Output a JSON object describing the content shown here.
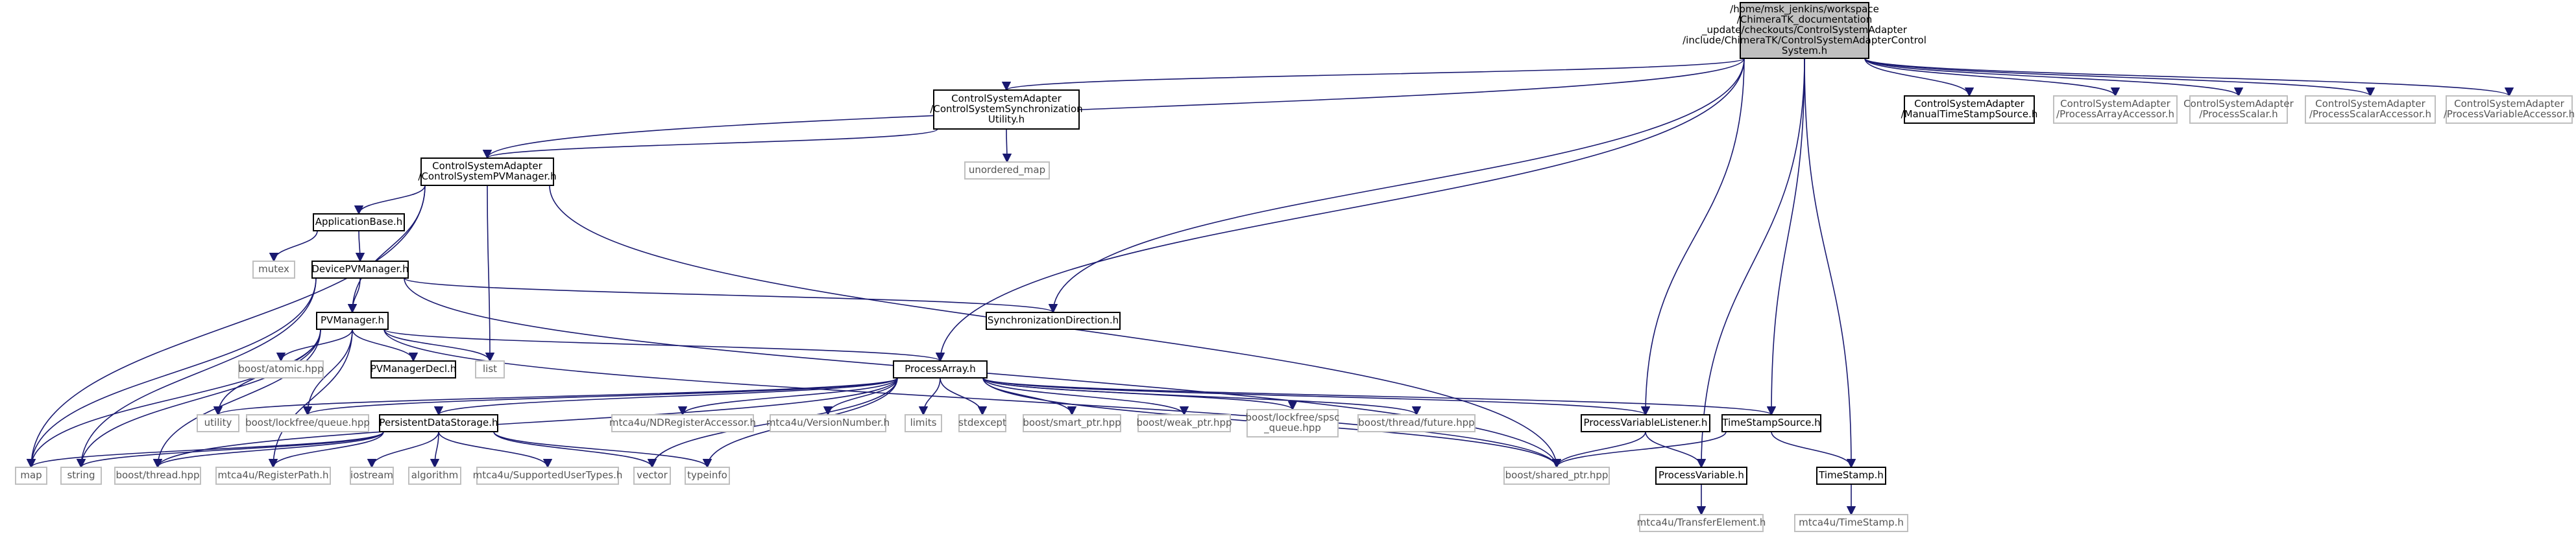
{
  "colors": {
    "edge": "#191970",
    "focus_fill": "#bfbfbf",
    "grey_border": "#bfbfbf",
    "box_border": "#000000"
  },
  "nodes": [
    {
      "id": "root",
      "lines": [
        "/home/msk_jenkins/workspace",
        "/ChimeraTK_documentation",
        "_update/checkouts/ControlSystemAdapter",
        "/include/ChimeraTK/ControlSystemAdapterControl",
        "System.h"
      ],
      "style": "focus"
    },
    {
      "id": "csSync",
      "lines": [
        "ControlSystemAdapter",
        "/ControlSystemSynchronization",
        "Utility.h"
      ],
      "style": "boxed"
    },
    {
      "id": "csPVM",
      "lines": [
        "ControlSystemAdapter",
        "/ControlSystemPVManager.h"
      ],
      "style": "boxed"
    },
    {
      "id": "manualTS",
      "lines": [
        "ControlSystemAdapter",
        "/ManualTimeStampSource.h"
      ],
      "style": "boxed"
    },
    {
      "id": "paAcc",
      "lines": [
        "ControlSystemAdapter",
        "/ProcessArrayAccessor.h"
      ],
      "style": "grey"
    },
    {
      "id": "pScalar",
      "lines": [
        "ControlSystemAdapter",
        "/ProcessScalar.h"
      ],
      "style": "grey"
    },
    {
      "id": "psAcc",
      "lines": [
        "ControlSystemAdapter",
        "/ProcessScalarAccessor.h"
      ],
      "style": "grey"
    },
    {
      "id": "pvAcc",
      "lines": [
        "ControlSystemAdapter",
        "/ProcessVariableAccessor.h"
      ],
      "style": "grey"
    },
    {
      "id": "unordered_map",
      "lines": [
        "unordered_map"
      ],
      "style": "grey"
    },
    {
      "id": "appBase",
      "lines": [
        "ApplicationBase.h"
      ],
      "style": "boxed"
    },
    {
      "id": "mutex",
      "lines": [
        "mutex"
      ],
      "style": "grey"
    },
    {
      "id": "devPVM",
      "lines": [
        "DevicePVManager.h"
      ],
      "style": "boxed"
    },
    {
      "id": "syncDir",
      "lines": [
        "SynchronizationDirection.h"
      ],
      "style": "boxed"
    },
    {
      "id": "pvm",
      "lines": [
        "PVManager.h"
      ],
      "style": "boxed"
    },
    {
      "id": "atomic",
      "lines": [
        "boost/atomic.hpp"
      ],
      "style": "grey"
    },
    {
      "id": "pvmDecl",
      "lines": [
        "PVManagerDecl.h"
      ],
      "style": "boxed"
    },
    {
      "id": "list",
      "lines": [
        "list"
      ],
      "style": "grey"
    },
    {
      "id": "pArray",
      "lines": [
        "ProcessArray.h"
      ],
      "style": "boxed"
    },
    {
      "id": "utility",
      "lines": [
        "utility"
      ],
      "style": "grey"
    },
    {
      "id": "lfQueue",
      "lines": [
        "boost/lockfree/queue.hpp"
      ],
      "style": "grey"
    },
    {
      "id": "pds",
      "lines": [
        "PersistentDataStorage.h"
      ],
      "style": "boxed"
    },
    {
      "id": "ndReg",
      "lines": [
        "mtca4u/NDRegisterAccessor.h"
      ],
      "style": "grey"
    },
    {
      "id": "verNum",
      "lines": [
        "mtca4u/VersionNumber.h"
      ],
      "style": "grey"
    },
    {
      "id": "limits",
      "lines": [
        "limits"
      ],
      "style": "grey"
    },
    {
      "id": "stdexcept",
      "lines": [
        "stdexcept"
      ],
      "style": "grey"
    },
    {
      "id": "smartPtr",
      "lines": [
        "boost/smart_ptr.hpp"
      ],
      "style": "grey"
    },
    {
      "id": "weakPtr",
      "lines": [
        "boost/weak_ptr.hpp"
      ],
      "style": "grey"
    },
    {
      "id": "spsc",
      "lines": [
        "boost/lockfree/spsc",
        "_queue.hpp"
      ],
      "style": "grey"
    },
    {
      "id": "future",
      "lines": [
        "boost/thread/future.hpp"
      ],
      "style": "grey"
    },
    {
      "id": "pvListener",
      "lines": [
        "ProcessVariableListener.h"
      ],
      "style": "boxed"
    },
    {
      "id": "tsSource",
      "lines": [
        "TimeStampSource.h"
      ],
      "style": "boxed"
    },
    {
      "id": "map",
      "lines": [
        "map"
      ],
      "style": "grey"
    },
    {
      "id": "string",
      "lines": [
        "string"
      ],
      "style": "grey"
    },
    {
      "id": "thread",
      "lines": [
        "boost/thread.hpp"
      ],
      "style": "grey"
    },
    {
      "id": "regPath",
      "lines": [
        "mtca4u/RegisterPath.h"
      ],
      "style": "grey"
    },
    {
      "id": "iostream",
      "lines": [
        "iostream"
      ],
      "style": "grey"
    },
    {
      "id": "algorithm",
      "lines": [
        "algorithm"
      ],
      "style": "grey"
    },
    {
      "id": "supTypes",
      "lines": [
        "mtca4u/SupportedUserTypes.h"
      ],
      "style": "grey"
    },
    {
      "id": "vector",
      "lines": [
        "vector"
      ],
      "style": "grey"
    },
    {
      "id": "typeinfo",
      "lines": [
        "typeinfo"
      ],
      "style": "grey"
    },
    {
      "id": "sharedPtr",
      "lines": [
        "boost/shared_ptr.hpp"
      ],
      "style": "grey"
    },
    {
      "id": "pVar",
      "lines": [
        "ProcessVariable.h"
      ],
      "style": "boxed"
    },
    {
      "id": "ts",
      "lines": [
        "TimeStamp.h"
      ],
      "style": "boxed"
    },
    {
      "id": "transfer",
      "lines": [
        "mtca4u/TransferElement.h"
      ],
      "style": "grey"
    },
    {
      "id": "mtcaTS",
      "lines": [
        "mtca4u/TimeStamp.h"
      ],
      "style": "grey"
    }
  ],
  "edges": [
    [
      "root",
      "csSync"
    ],
    [
      "root",
      "csPVM"
    ],
    [
      "root",
      "manualTS"
    ],
    [
      "root",
      "paAcc"
    ],
    [
      "root",
      "pScalar"
    ],
    [
      "root",
      "psAcc"
    ],
    [
      "root",
      "pvAcc"
    ],
    [
      "root",
      "syncDir"
    ],
    [
      "root",
      "pArray"
    ],
    [
      "root",
      "pvListener"
    ],
    [
      "root",
      "tsSource"
    ],
    [
      "root",
      "pVar"
    ],
    [
      "root",
      "ts"
    ],
    [
      "csSync",
      "csPVM"
    ],
    [
      "csSync",
      "unordered_map"
    ],
    [
      "csPVM",
      "appBase"
    ],
    [
      "csPVM",
      "pvm"
    ],
    [
      "csPVM",
      "list"
    ],
    [
      "csPVM",
      "map"
    ],
    [
      "csPVM",
      "sharedPtr"
    ],
    [
      "appBase",
      "mutex"
    ],
    [
      "appBase",
      "devPVM"
    ],
    [
      "devPVM",
      "pvm"
    ],
    [
      "devPVM",
      "syncDir"
    ],
    [
      "devPVM",
      "map"
    ],
    [
      "devPVM",
      "string"
    ],
    [
      "devPVM",
      "sharedPtr"
    ],
    [
      "pvm",
      "pArray"
    ],
    [
      "pvm",
      "atomic"
    ],
    [
      "pvm",
      "pvmDecl"
    ],
    [
      "pvm",
      "list"
    ],
    [
      "pvm",
      "utility"
    ],
    [
      "pvm",
      "lfQueue"
    ],
    [
      "pvm",
      "map"
    ],
    [
      "pvm",
      "thread"
    ],
    [
      "pvm",
      "regPath"
    ],
    [
      "pvm",
      "string"
    ],
    [
      "pvm",
      "sharedPtr"
    ],
    [
      "pArray",
      "utility"
    ],
    [
      "pArray",
      "lfQueue"
    ],
    [
      "pArray",
      "pds"
    ],
    [
      "pArray",
      "ndReg"
    ],
    [
      "pArray",
      "verNum"
    ],
    [
      "pArray",
      "limits"
    ],
    [
      "pArray",
      "stdexcept"
    ],
    [
      "pArray",
      "smartPtr"
    ],
    [
      "pArray",
      "weakPtr"
    ],
    [
      "pArray",
      "spsc"
    ],
    [
      "pArray",
      "future"
    ],
    [
      "pArray",
      "pvListener"
    ],
    [
      "pArray",
      "tsSource"
    ],
    [
      "pArray",
      "sharedPtr"
    ],
    [
      "pArray",
      "vector"
    ],
    [
      "pArray",
      "typeinfo"
    ],
    [
      "pArray",
      "thread"
    ],
    [
      "pds",
      "map"
    ],
    [
      "pds",
      "string"
    ],
    [
      "pds",
      "thread"
    ],
    [
      "pds",
      "regPath"
    ],
    [
      "pds",
      "iostream"
    ],
    [
      "pds",
      "algorithm"
    ],
    [
      "pds",
      "supTypes"
    ],
    [
      "pds",
      "vector"
    ],
    [
      "pds",
      "typeinfo"
    ],
    [
      "pvListener",
      "pVar"
    ],
    [
      "pvListener",
      "sharedPtr"
    ],
    [
      "tsSource",
      "ts"
    ],
    [
      "tsSource",
      "sharedPtr"
    ],
    [
      "pVar",
      "transfer"
    ],
    [
      "ts",
      "mtcaTS"
    ]
  ]
}
